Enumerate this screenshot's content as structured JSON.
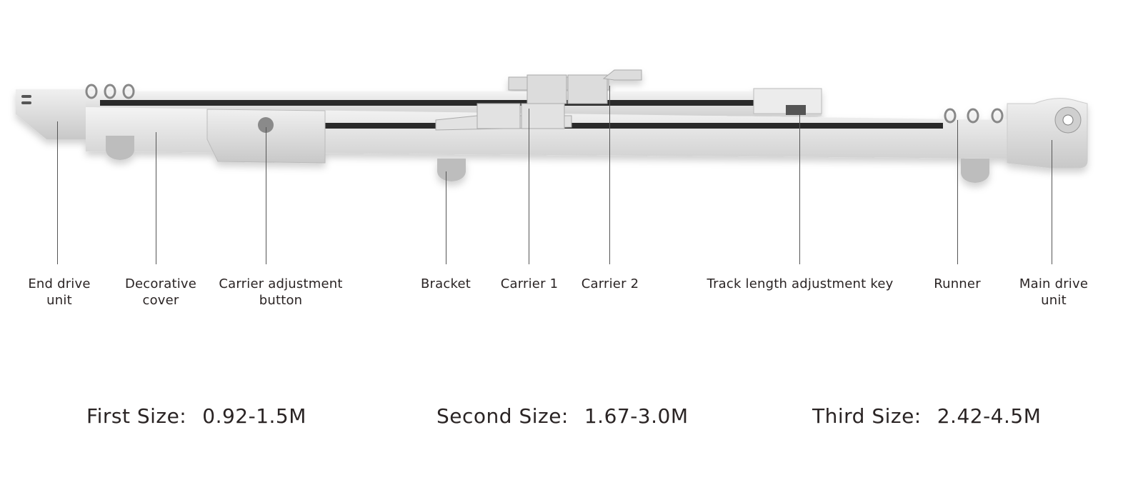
{
  "components": [
    {
      "label": "End drive\nunit"
    },
    {
      "label": "Decorative\ncover"
    },
    {
      "label": "Carrier adjustment\nbutton"
    },
    {
      "label": "Bracket"
    },
    {
      "label": "Carrier 1"
    },
    {
      "label": "Carrier 2"
    },
    {
      "label": "Track length adjustment key"
    },
    {
      "label": "Runner"
    },
    {
      "label": "Main drive unit"
    }
  ],
  "sizes": [
    {
      "name": "First Size:",
      "range": "0.92-1.5M"
    },
    {
      "name": "Second Size:",
      "range": "1.67-3.0M"
    },
    {
      "name": "Third Size:",
      "range": "2.42-4.5M"
    }
  ],
  "colors": {
    "text": "#2a2424",
    "track": "#e6e6e6",
    "belt": "#2b2b2b",
    "leader": "#555555"
  }
}
